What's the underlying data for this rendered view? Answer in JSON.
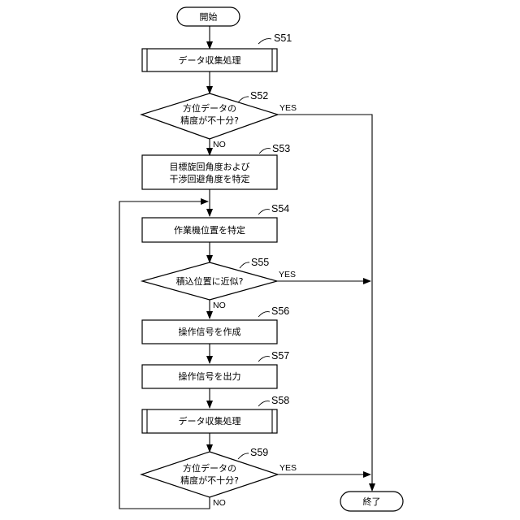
{
  "terminals": {
    "start": "開始",
    "end": "終了"
  },
  "steps": {
    "s51": {
      "id": "S51",
      "label": "データ収集処理"
    },
    "s52": {
      "id": "S52",
      "line1": "方位データの",
      "line2": "精度が不十分?"
    },
    "s53": {
      "id": "S53",
      "line1": "目標旋回角度および",
      "line2": "干渉回避角度を特定"
    },
    "s54": {
      "id": "S54",
      "label": "作業機位置を特定"
    },
    "s55": {
      "id": "S55",
      "label": "積込位置に近似?"
    },
    "s56": {
      "id": "S56",
      "label": "操作信号を作成"
    },
    "s57": {
      "id": "S57",
      "label": "操作信号を出力"
    },
    "s58": {
      "id": "S58",
      "label": "データ収集処理"
    },
    "s59": {
      "id": "S59",
      "line1": "方位データの",
      "line2": "精度が不十分?"
    }
  },
  "branch_labels": {
    "s52_yes": "YES",
    "s52_no": "NO",
    "s55_yes": "YES",
    "s55_no": "NO",
    "s59_yes": "YES",
    "s59_no": "NO"
  }
}
